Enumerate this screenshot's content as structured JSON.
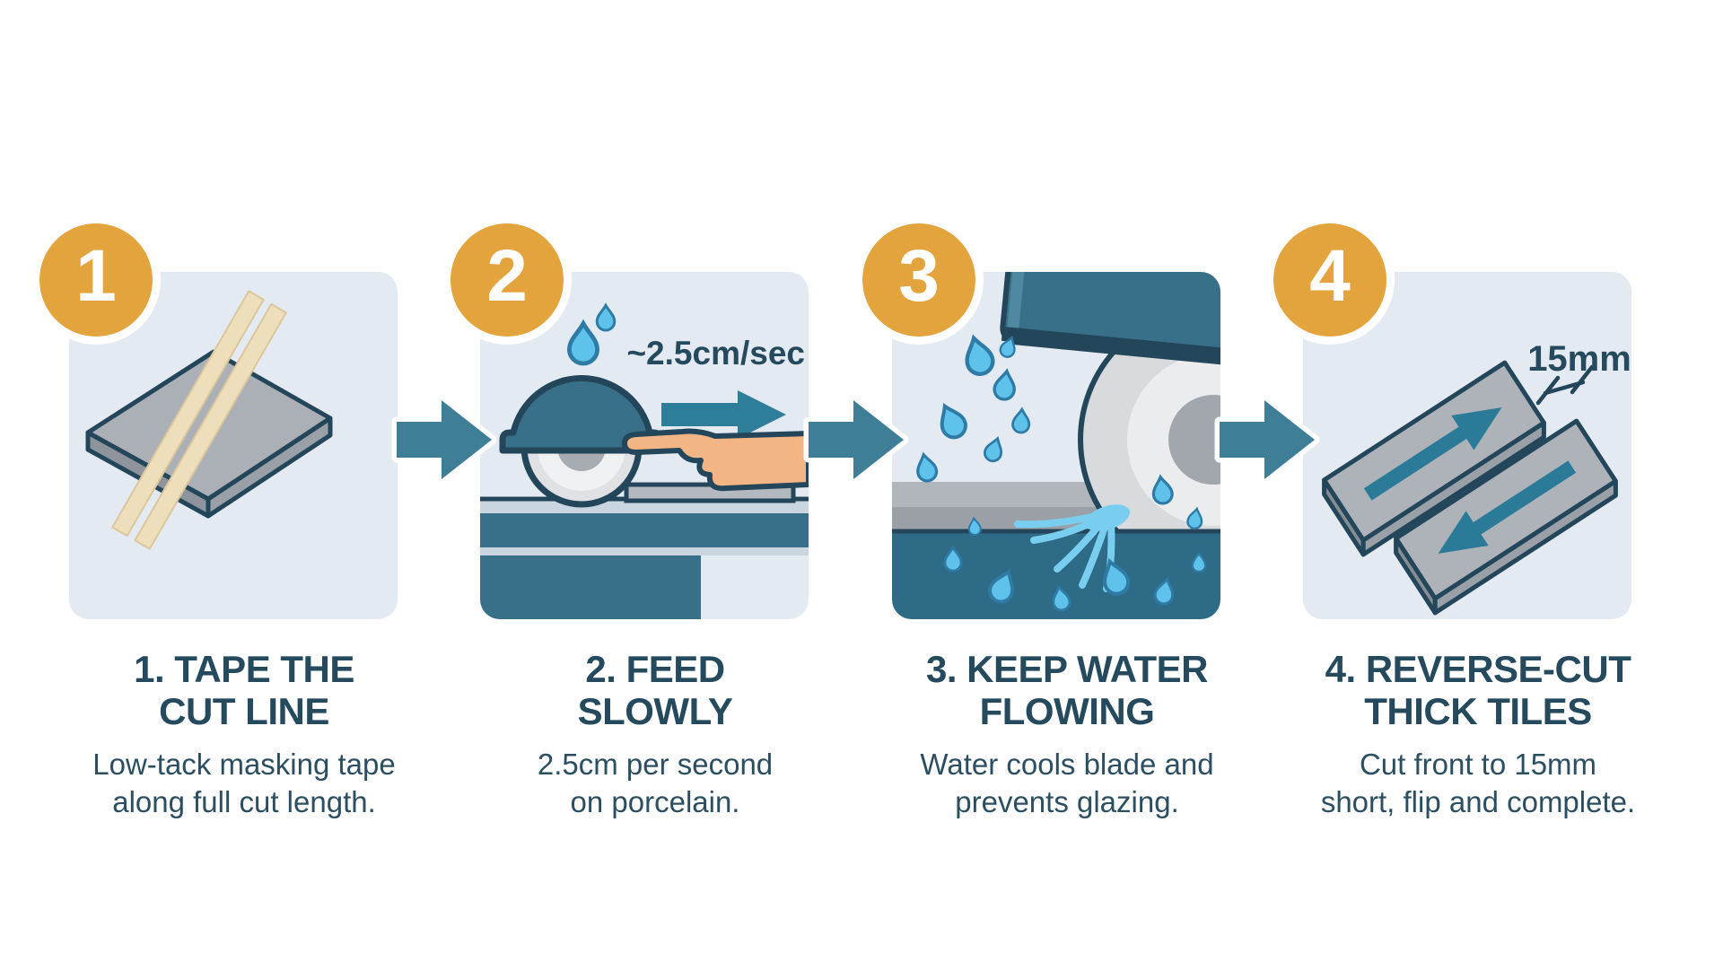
{
  "infographic": {
    "steps": [
      {
        "number": "1",
        "title_line1": "1. TAPE THE",
        "title_line2": "CUT LINE",
        "desc_line1": "Low-tack masking tape",
        "desc_line2": "along full cut length."
      },
      {
        "number": "2",
        "title_line1": "2. FEED",
        "title_line2": "SLOWLY",
        "desc_line1": "2.5cm per second",
        "desc_line2": "on porcelain.",
        "annotation": "~2.5cm/sec"
      },
      {
        "number": "3",
        "title_line1": "3. KEEP WATER",
        "title_line2": "FLOWING",
        "desc_line1": "Water cools blade and",
        "desc_line2": "prevents glazing."
      },
      {
        "number": "4",
        "title_line1": "4. REVERSE-CUT",
        "title_line2": "THICK TILES",
        "desc_line1": "Cut front to 15mm",
        "desc_line2": "short, flip and complete.",
        "annotation": "15mm"
      }
    ],
    "colors": {
      "badge_orange": "#E3A33D",
      "title_text": "#254A5D",
      "body_text": "#2C4E61",
      "panel_bg": "#E4EAF1",
      "step_arrow_teal": "#3E7E97",
      "machine_teal": "#38708A",
      "navy_outline": "#24465A",
      "water_blue": "#5FC2EA",
      "tape_beige": "#EDDFBC",
      "tile_gray": "#AEB3BA",
      "skin": "#F4B584",
      "tray_teal": "#2E6B86"
    }
  }
}
